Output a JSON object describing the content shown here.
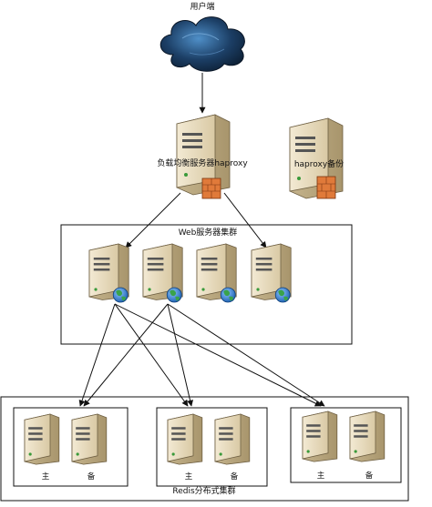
{
  "client": {
    "label": "用户端",
    "icon": "cloud-icon"
  },
  "load_balancer": {
    "label": "负载均衡服务器haproxy",
    "icon": "server-firewall-icon"
  },
  "haproxy_backup": {
    "label": "haproxy备份",
    "icon": "server-firewall-icon"
  },
  "web_cluster": {
    "label": "Web服务器集群",
    "server_count": 4,
    "icon": "web-server-globe-icon"
  },
  "redis_cluster": {
    "label": "Redis分布式集群",
    "groups": [
      {
        "master_label": "主",
        "slave_label": "备"
      },
      {
        "master_label": "主",
        "slave_label": "备"
      },
      {
        "master_label": "主",
        "slave_label": "备"
      }
    ]
  },
  "colors": {
    "server_body": "#e8dcc0",
    "server_side": "#c8b896",
    "cloud": "#1f4e79",
    "globe_blue": "#2f7fd0",
    "globe_green": "#3aa34a",
    "firewall": "#e07a3a"
  }
}
